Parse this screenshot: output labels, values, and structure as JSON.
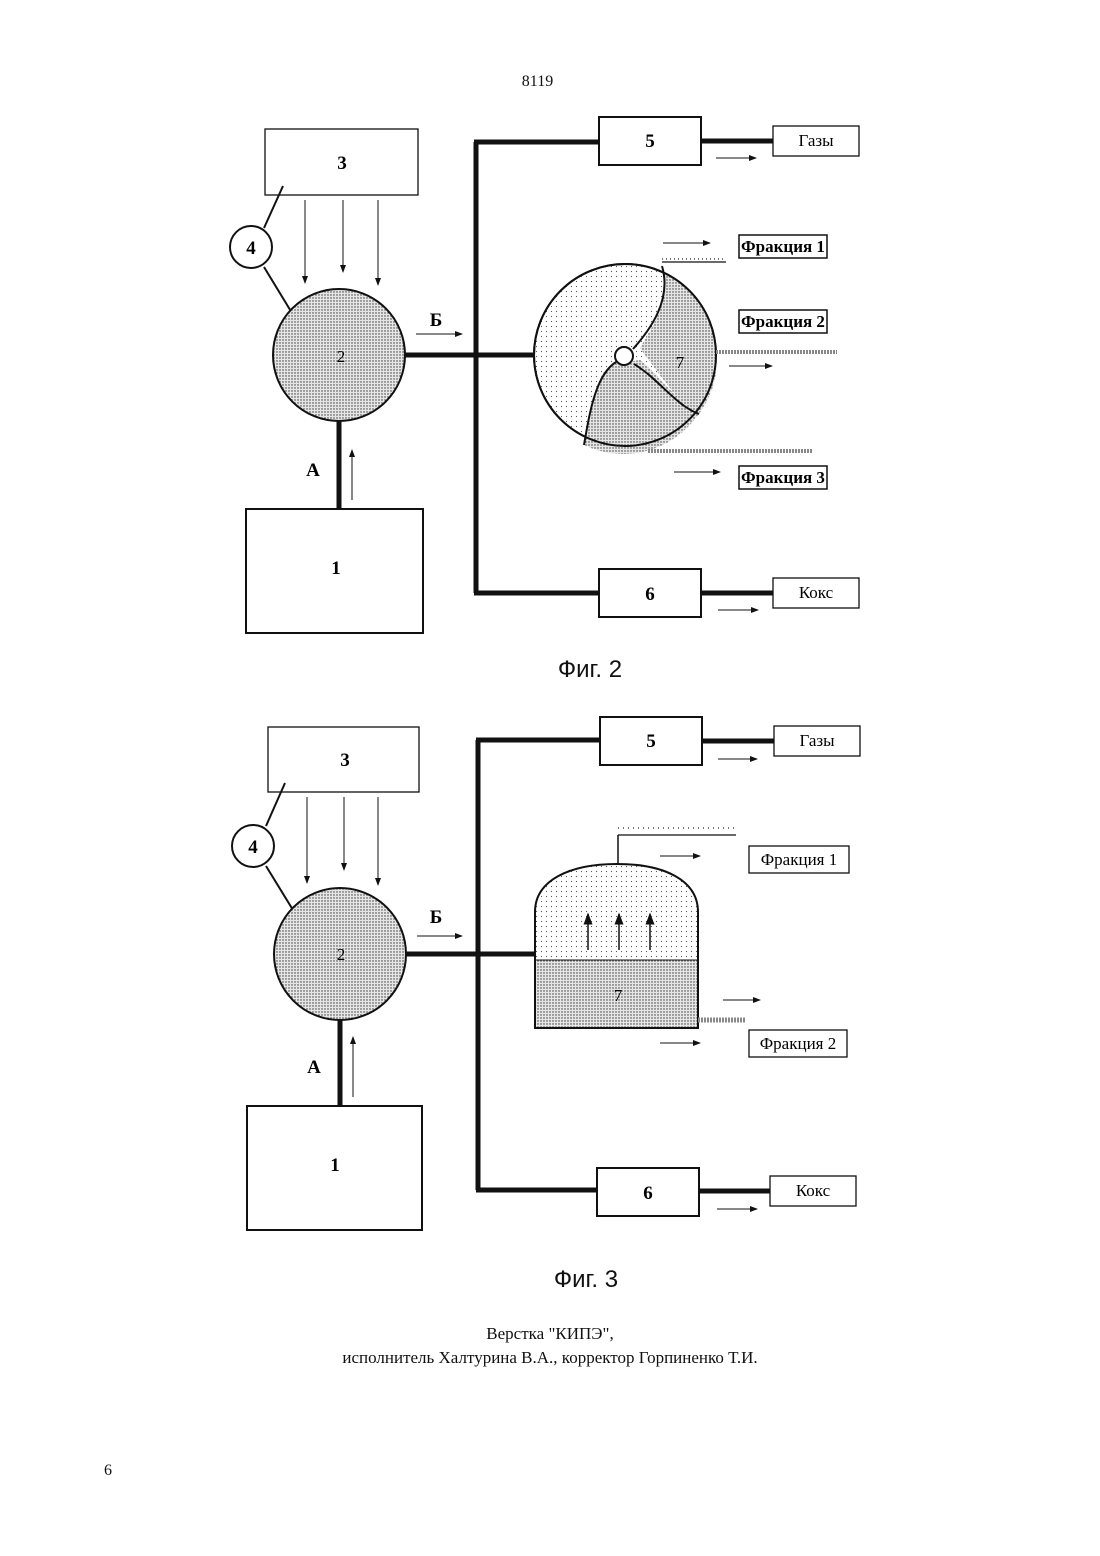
{
  "header": {
    "page_code": "8119"
  },
  "figures": [
    {
      "caption": "Фиг. 2",
      "labels": {
        "block1": "1",
        "block2": "2",
        "block3": "3",
        "block4": "4",
        "block5": "5",
        "block6": "6",
        "block7": "7",
        "stream_a": "А",
        "stream_b": "Б",
        "gases": "Газы",
        "coke": "Кокс",
        "fraction1": "Фракция 1",
        "fraction2": "Фракция 2",
        "fraction3": "Фракция 3"
      }
    },
    {
      "caption": "Фиг. 3",
      "labels": {
        "block1": "1",
        "block2": "2",
        "block3": "3",
        "block4": "4",
        "block5": "5",
        "block6": "6",
        "block7": "7",
        "stream_a": "А",
        "stream_b": "Б",
        "gases": "Газы",
        "coke": "Кокс",
        "fraction1": "Фракция 1",
        "fraction2": "Фракция 2"
      }
    }
  ],
  "footer": {
    "line1": "Верстка \"КИПЭ\",",
    "line2": "исполнитель Халтурина В.А., корректор Горпиненко Т.И."
  },
  "page_number": "6"
}
